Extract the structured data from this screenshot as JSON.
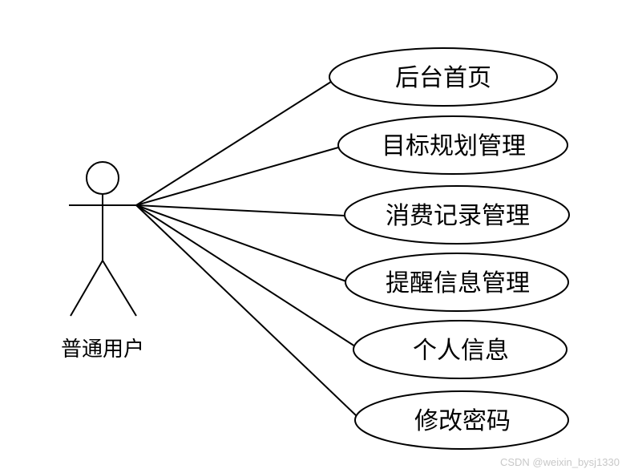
{
  "actor": {
    "label": "普通用户"
  },
  "use_cases": [
    {
      "label": "后台首页"
    },
    {
      "label": "目标规划管理"
    },
    {
      "label": "消费记录管理"
    },
    {
      "label": "提醒信息管理"
    },
    {
      "label": "个人信息"
    },
    {
      "label": "修改密码"
    }
  ],
  "watermark": {
    "text": "CSDN @weixin_bysj1330"
  },
  "colors": {
    "stroke": "#000000",
    "background": "#ffffff",
    "watermark": "#c8c8c8"
  }
}
